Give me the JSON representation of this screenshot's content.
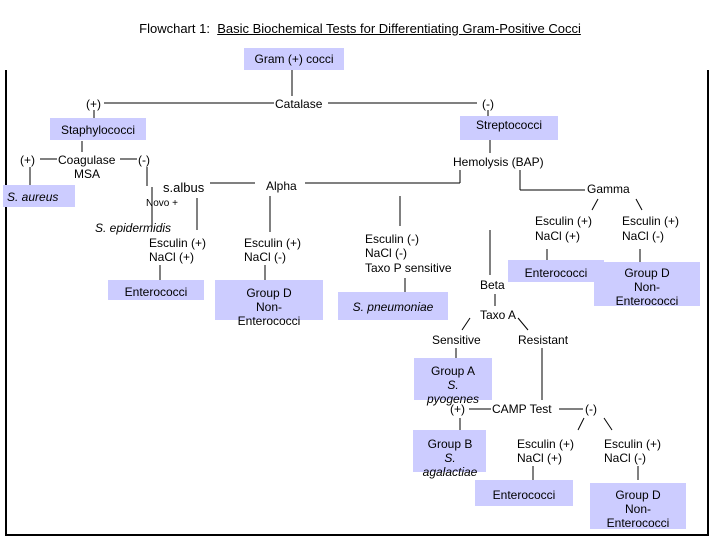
{
  "title": {
    "prefix": "Flowchart 1:",
    "text": "Basic Biochemical Tests for Differentiating Gram-Positive Cocci"
  },
  "nodes": {
    "gram_pos": "Gram (+) cocci",
    "catalase": "Catalase",
    "catalase_pos": "(+)",
    "catalase_neg": "(-)",
    "staphylococci": "Staphylococci",
    "streptococci": "Streptococci",
    "coag_pos": "(+)",
    "coagulase": "Coagulase",
    "msa": "MSA",
    "coag_neg": "(-)",
    "s_aureus": "S. aureus",
    "s_albus": "s.albus",
    "novo": "Novo +",
    "s_epidermidis": "S. epidermidis",
    "esc1": "Esculin (+)",
    "nacl1": "NaCl   (+)",
    "enterococci1": "Enterococci",
    "hemolysis": "Hemolysis (BAP)",
    "alpha": "Alpha",
    "esc2": "Esculin (+)",
    "nacl2": "NaCl   (-)",
    "groupd1": [
      "Group D",
      "Non-",
      "Enterococci"
    ],
    "esc3": "Esculin (-)",
    "nacl3": "NaCl   (-)",
    "taxop": "Taxo P sensitive",
    "s_pneumoniae": "S. pneumoniae",
    "beta": "Beta",
    "gamma": "Gamma",
    "esc4": "Esculin (+)",
    "nacl4": "NaCl   (+)",
    "enterococci2": "Enterococci",
    "esc5": "Esculin (+)",
    "nacl5": "NaCl   (-)",
    "groupd2": [
      "Group D",
      "Non-",
      "Enterococci"
    ],
    "taxoa": "Taxo A",
    "sensitive": "Sensitive",
    "resistant": "Resistant",
    "groupa": [
      "Group A",
      "S.",
      "pyogenes"
    ],
    "camp_pos": "(+)",
    "camp": "CAMP Test",
    "camp_neg": "(-)",
    "groupb": [
      "Group B",
      "S.",
      "agalactiae"
    ],
    "esc6": "Esculin (+)",
    "nacl6": "NaCl   (+)",
    "enterococci3": "Enterococci",
    "esc7": "Esculin (+)",
    "nacl7": "NaCl   (-)",
    "groupd3": [
      "Group D",
      "Non-",
      "Enterococci"
    ]
  },
  "colors": {
    "box": "#ccccff",
    "line": "#000000"
  }
}
